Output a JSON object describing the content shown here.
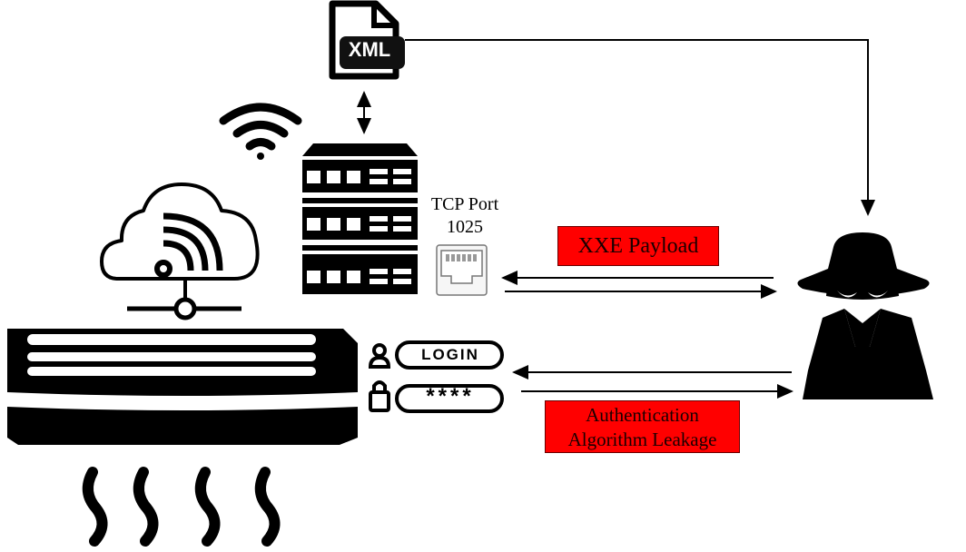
{
  "file_icon": {
    "label": "XML"
  },
  "server": {
    "port_label_line1": "TCP Port",
    "port_label_line2": "1025"
  },
  "messages": {
    "xxe_payload": "XXE Payload",
    "auth_line1": "Authentication",
    "auth_line2": "Algorithm Leakage"
  },
  "credentials": {
    "login_text": "LOGIN",
    "password_text": "****"
  },
  "colors": {
    "label_bg": "#ff0000",
    "ink": "#000000"
  },
  "icons": [
    "xml-file-icon",
    "wifi-icon",
    "server-rack-icon",
    "ethernet-port-icon",
    "cloud-iot-icon",
    "air-conditioner-icon",
    "hacker-icon",
    "user-icon",
    "lock-icon"
  ]
}
